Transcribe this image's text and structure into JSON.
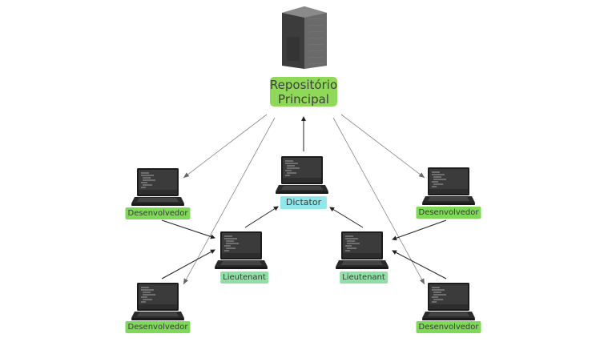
{
  "repository": {
    "label": "Repositório Principal"
  },
  "dictator": {
    "label": "Dictator"
  },
  "lieutenants": [
    {
      "label": "Lieutenant"
    },
    {
      "label": "Lieutenant"
    }
  ],
  "developers": [
    {
      "label": "Desenvolvedor"
    },
    {
      "label": "Desenvolvedor"
    },
    {
      "label": "Desenvolvedor"
    },
    {
      "label": "Desenvolvedor"
    }
  ],
  "colors": {
    "repository_badge": "#8ed957",
    "developer_badge": "#7ed957",
    "lieutenant_badge": "#8ee0a4",
    "dictator_badge": "#8fe8ea",
    "server": "#555555",
    "arrow": "#222222"
  }
}
